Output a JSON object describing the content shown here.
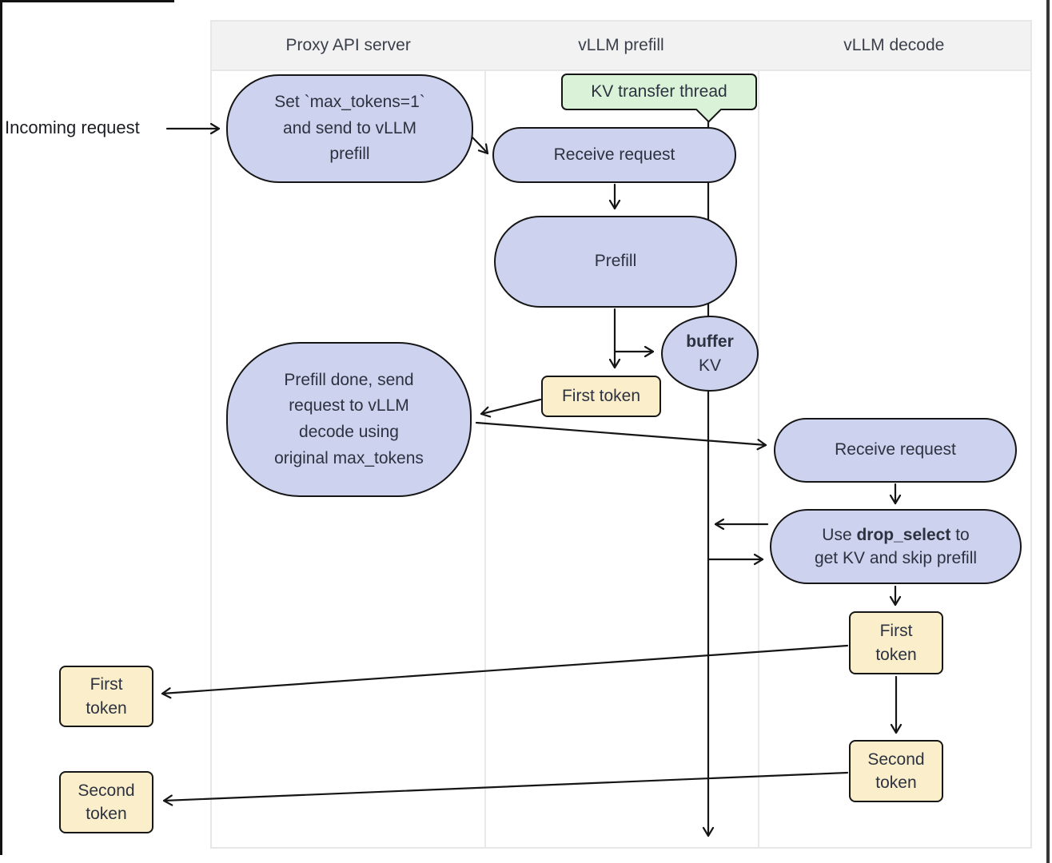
{
  "diagram": {
    "lanes": [
      {
        "label": "Proxy API server"
      },
      {
        "label": "vLLM prefill"
      },
      {
        "label": "vLLM decode"
      }
    ],
    "external": {
      "incoming_request": "Incoming request",
      "first_token_left": "First\ntoken",
      "second_token_left": "Second\ntoken"
    },
    "nodes": {
      "set_max_tokens": "Set `max_tokens=1`\nand send to vLLM\nprefill",
      "kv_transfer_thread": "KV transfer thread",
      "receive_request_prefill": "Receive request",
      "prefill": "Prefill",
      "buffer_bold": "buffer",
      "buffer_kv": "KV",
      "first_token_prefill": "First token",
      "prefill_done": "Prefill done, send\nrequest to vLLM\ndecode using\noriginal max_tokens",
      "receive_request_decode": "Receive request",
      "drop_select_prefix": "Use ",
      "drop_select_bold": "drop_select",
      "drop_select_suffix": " to",
      "drop_select_line2": "get KV and skip prefill",
      "first_token_decode": "First\ntoken",
      "second_token_decode": "Second\ntoken"
    },
    "colors": {
      "node_fill": "#cdd3ee",
      "green_fill": "#d9f2d8",
      "token_fill": "#faeecb",
      "node_stroke": "#161616",
      "arrow": "#151515",
      "lane_header_fill": "#f2f2f3",
      "lane_border": "#e7e7e9"
    }
  }
}
